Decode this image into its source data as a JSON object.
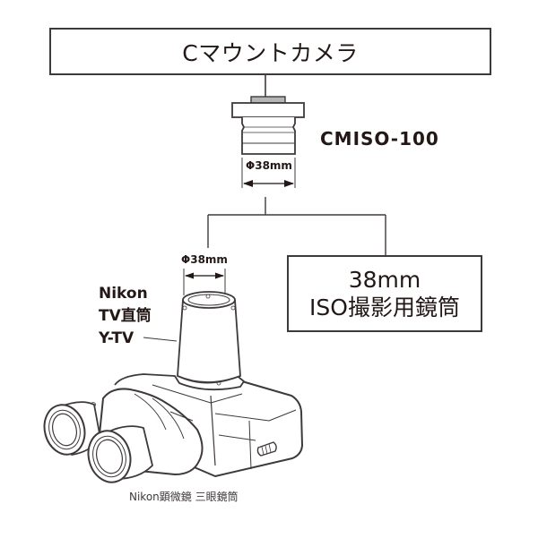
{
  "diagram": {
    "camera_box": {
      "label": "Cマウントカメラ"
    },
    "adapter": {
      "model": "CMISO-100",
      "diameter_label": "Φ38mm"
    },
    "iso_tube_box": {
      "line1": "38mm",
      "line2": "ISO撮影用鏡筒"
    },
    "microscope": {
      "tube_diameter_label": "Φ38mm",
      "tube_label_lines": [
        "Nikon",
        "TV直筒",
        "Y-TV"
      ],
      "caption": "Nikon顕微鏡 三眼鏡筒"
    },
    "colors": {
      "line": "#3e3a39",
      "text": "#231815",
      "thread": "#b5b5b6"
    }
  }
}
